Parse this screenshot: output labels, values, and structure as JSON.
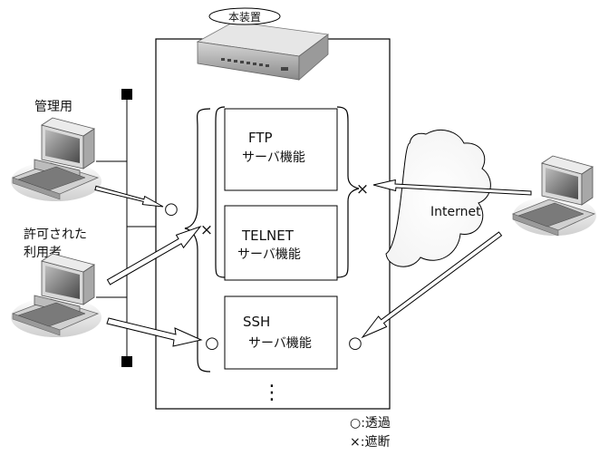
{
  "device": {
    "label": "本装置"
  },
  "clients": {
    "admin_label": "管理用",
    "permitted_label_line1": "許可された",
    "permitted_label_line2": "利用者"
  },
  "network": {
    "cloud_label": "Internet"
  },
  "services": [
    {
      "name": "FTP",
      "sub": "サーバ機能"
    },
    {
      "name": "TELNET",
      "sub": "サーバ機能"
    },
    {
      "name": "SSH",
      "sub": "サーバ機能"
    }
  ],
  "more_marker": "⋮",
  "symbols": {
    "pass": "○",
    "block": "×"
  },
  "legend": {
    "pass_text": "○:透過",
    "block_text": "×:遮断"
  }
}
